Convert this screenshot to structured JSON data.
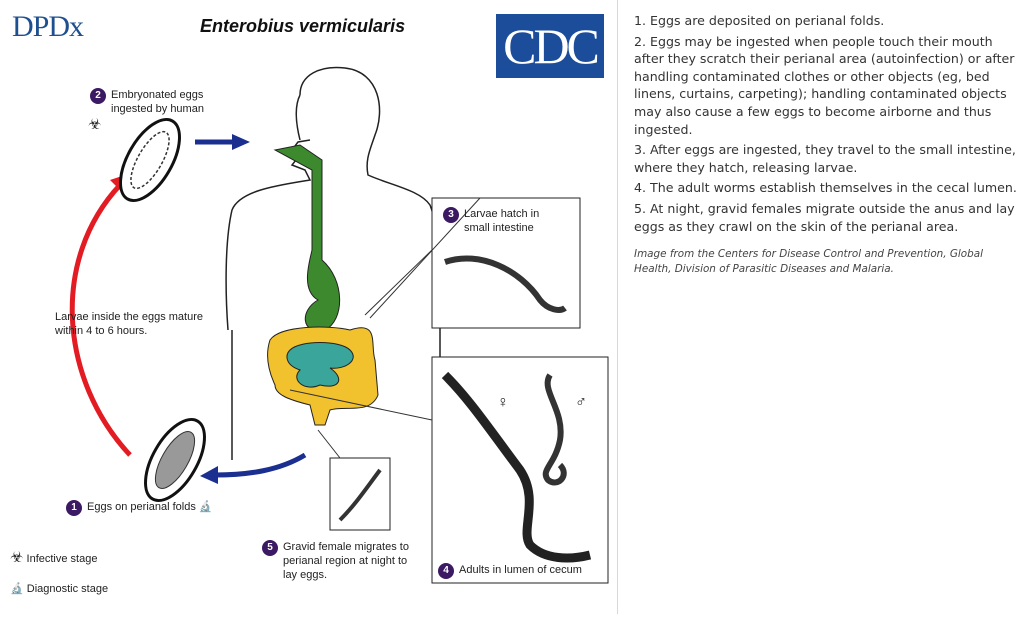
{
  "diagram": {
    "logo": "DPDx",
    "title": "Enterobius vermicularis",
    "cdc_logo": "CDC",
    "stages": [
      {
        "number": "1",
        "label": "Eggs on perianal folds"
      },
      {
        "number": "2",
        "label": "Embryonated eggs ingested by human"
      },
      {
        "number": "3",
        "label": "Larvae hatch in small intestine"
      },
      {
        "number": "4",
        "label": "Adults in lumen of cecum"
      },
      {
        "number": "5",
        "label": "Gravid female migrates to perianal region at night to lay eggs."
      }
    ],
    "maturation_note": "Larvae inside the eggs mature within 4 to 6 hours.",
    "female_symbol": "♀",
    "male_symbol": "♂",
    "legend": [
      {
        "icon": "biohazard-icon",
        "label": "Infective stage"
      },
      {
        "icon": "microscope-icon",
        "label": "Diagnostic stage"
      }
    ],
    "colors": {
      "arrow_red": "#e31b23",
      "arrow_blue": "#1a2f8f",
      "stomach_green": "#3d8a2e",
      "colon_yellow": "#f2c12e",
      "small_intestine_teal": "#3aa59b",
      "badge": "#3b1a63"
    }
  },
  "description": {
    "steps": [
      "1. Eggs are deposited on perianal folds.",
      "2. Eggs may be ingested when people touch their mouth after they scratch their perianal area (autoinfection) or after handling contaminated clothes or other objects (eg, bed linens, curtains, carpeting); handling contaminated objects may also cause a few eggs to become airborne and thus ingested.",
      "3. After eggs are ingested, they travel to the small intestine, where they hatch, releasing larvae.",
      "4. The adult worms establish themselves in the cecal lumen.",
      "5. At night, gravid females migrate outside the anus and lay eggs as they crawl on the skin of the perianal area."
    ],
    "credit": "Image from the Centers for Disease Control and Prevention, Global Health, Division of Parasitic Diseases and Malaria."
  }
}
